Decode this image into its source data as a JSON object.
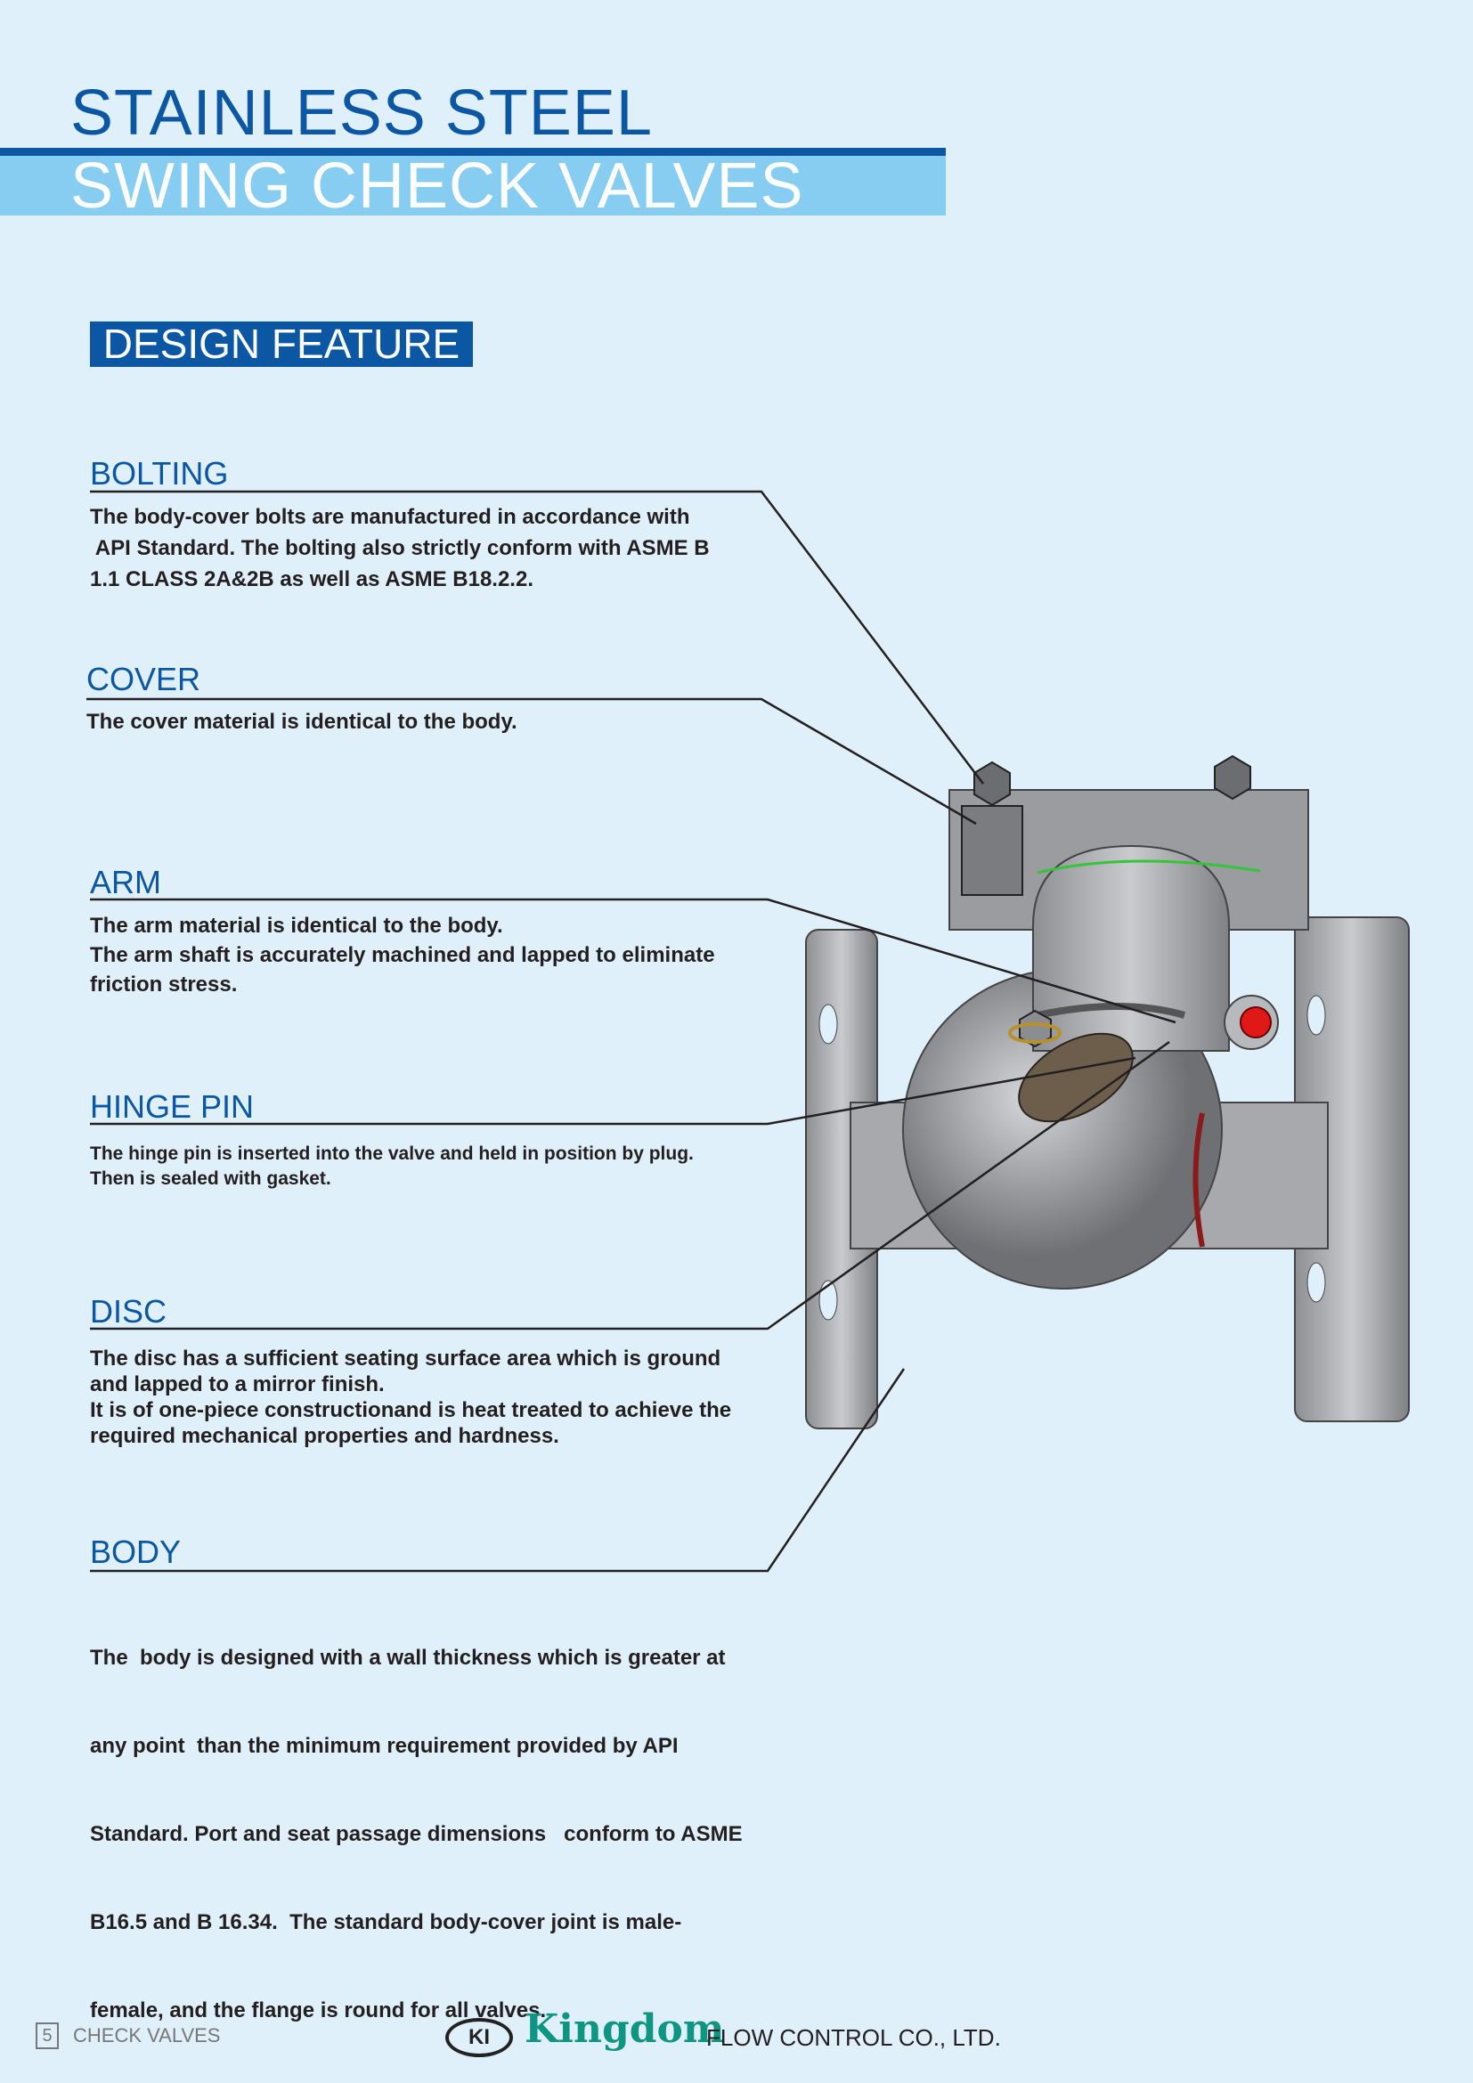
{
  "header": {
    "title_line1": "STAINLESS STEEL",
    "title_line2": "SWING CHECK VALVES",
    "section_badge": "DESIGN FEATURE"
  },
  "features": [
    {
      "heading": "BOLTING",
      "lines": [
        "The body-cover bolts are manufactured in accordance with",
        " API Standard. The bolting also strictly conform with ASME B",
        "1.1 CLASS 2A&2B as well as  ASME B18.2.2."
      ]
    },
    {
      "heading": "COVER",
      "lines": [
        "The cover material is identical to the body."
      ]
    },
    {
      "heading": "ARM",
      "lines": [
        "The arm material is identical to the body.",
        "The arm shaft is accurately machined and  lapped to eliminate",
        "friction stress."
      ]
    },
    {
      "heading": "HINGE PIN",
      "lines": [
        "The hinge pin is inserted into the valve and held in position by plug.",
        "Then is sealed with gasket."
      ]
    },
    {
      "heading": "DISC",
      "lines": [
        "The disc has a sufficient seating surface area which is ground",
        "and lapped to a mirror finish.",
        "It is of one-piece constructionand is heat treated to achieve the",
        "required mechanical properties and hardness."
      ]
    },
    {
      "heading": "BODY",
      "lines": [
        "The  body is designed with a wall thickness which is greater at",
        "any point  than the minimum requirement provided by API",
        "Standard. Port and seat passage dimensions   conform to ASME",
        "B16.5 and B 16.34.  The standard body-cover joint is male-",
        "female, and the flange is round for all valves."
      ]
    }
  ],
  "footer": {
    "page_number": "5",
    "section": "CHECK VALVES",
    "logo_mark": "KI",
    "brand": "Kingdom",
    "company": "FLOW CONTROL CO., LTD."
  },
  "colors": {
    "primary_blue": "#0b57a4",
    "light_blue": "#86cdf1",
    "brand_green": "#0f9683",
    "background": "#dff0fb"
  }
}
